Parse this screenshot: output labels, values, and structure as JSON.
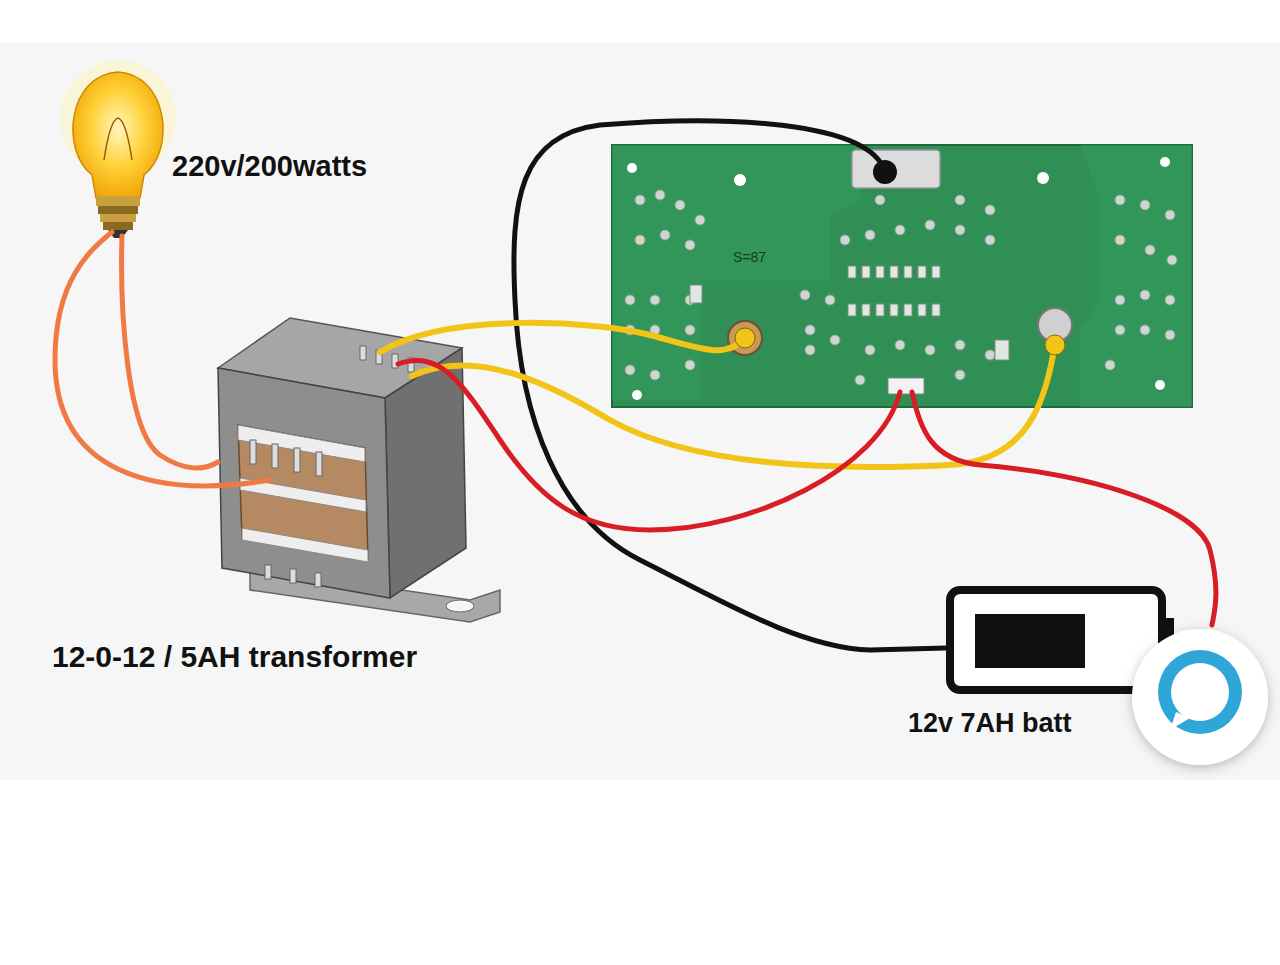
{
  "diagram": {
    "labels": [
      "220v/200watts",
      "12-0-12 / 5AH transformer",
      "12v 7AH batt",
      "S=87"
    ]
  }
}
